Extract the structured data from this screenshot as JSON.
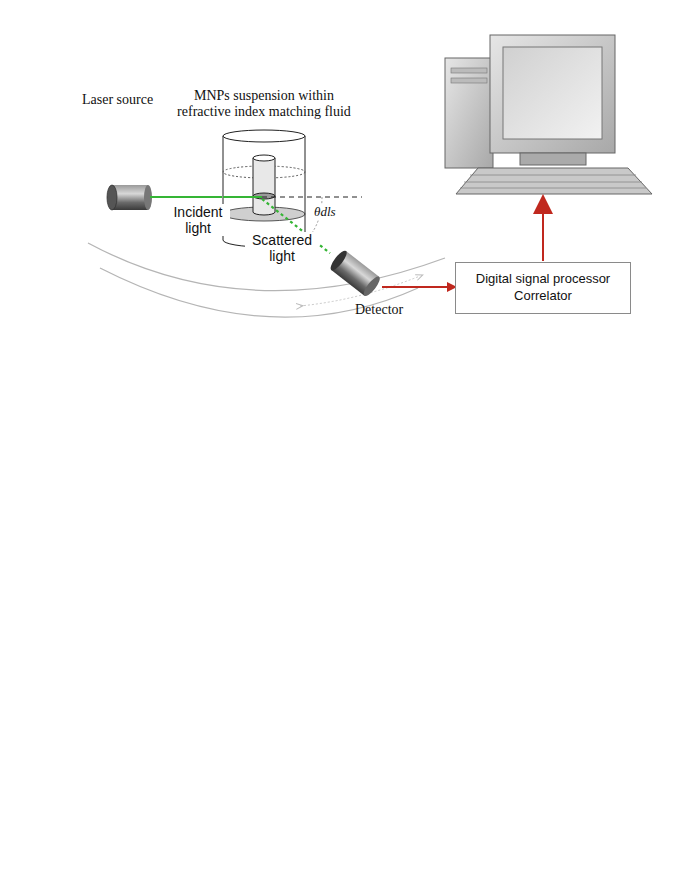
{
  "diagram": {
    "nodes": [
      {
        "text": [
          "Laser source"
        ]
      },
      {
        "text": [
          "MNPs suspension within refractive index matching fluid"
        ]
      },
      {
        "text": [
          "Detector"
        ]
      },
      {
        "text": [
          "Digital signal processor Correlator"
        ]
      }
    ],
    "edges": [
      {
        "from": 0,
        "to": 1,
        "arrow": "none",
        "label": "Incident light"
      },
      {
        "from": 1,
        "to": 2,
        "arrow": "none",
        "label": "Scattered light"
      },
      {
        "from": 2,
        "to": 3,
        "arrow": "to"
      }
    ],
    "labels": [
      "θdls"
    ]
  }
}
